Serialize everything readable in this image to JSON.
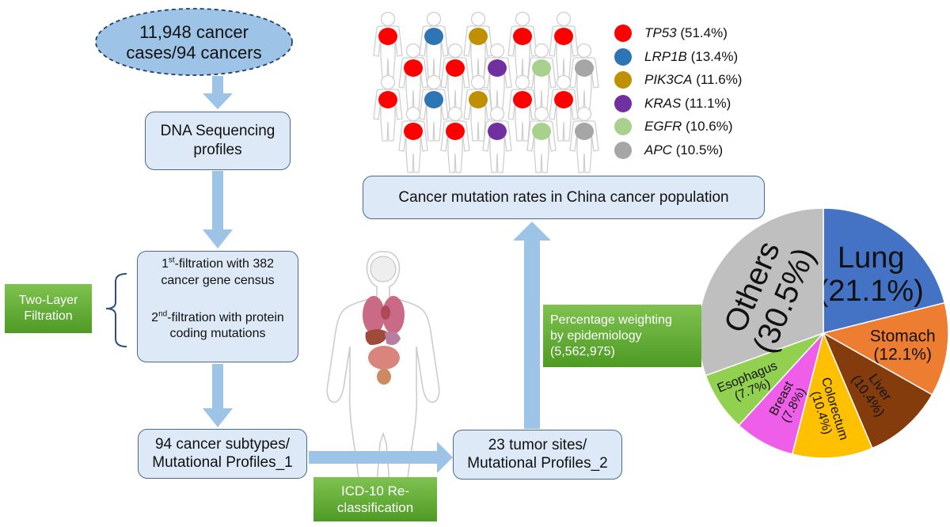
{
  "flow": {
    "start_line1": "11,948 cancer",
    "start_line2": "cases/94 cancers",
    "dna_line1": "DNA Sequencing",
    "dna_line2": "profiles",
    "filter1_sup": "st",
    "filter1_rest": "-filtration with 382",
    "filter1_line2": "cancer gene census",
    "filter2_sup": "nd",
    "filter2_rest": "-filtration with protein",
    "filter2_line2": "coding mutations",
    "two_layer_line1": "Two-Layer",
    "two_layer_line2": "Filtration",
    "subtypes_line1": "94 cancer subtypes/",
    "subtypes_line2": "Mutational Profiles_1",
    "icd_line1": "ICD-10 Re-",
    "icd_line2": "classification",
    "sites_line1": "23 tumor sites/",
    "sites_line2": "Mutational Profiles_2",
    "weight_line1": "Percentage weighting",
    "weight_line2": "by epidemiology",
    "weight_line3": "(5,562,975)",
    "rates_title": "Cancer mutation rates in China cancer population"
  },
  "legend": [
    {
      "gene": "TP53",
      "pct": "(51.4%)",
      "color": "#ff0000"
    },
    {
      "gene": "LRP1B",
      "pct": "(13.4%)",
      "color": "#2e75b6"
    },
    {
      "gene": "PIK3CA",
      "pct": "(11.6%)",
      "color": "#bf9000"
    },
    {
      "gene": "KRAS",
      "pct": "(11.1%)",
      "color": "#7030a0"
    },
    {
      "gene": "EGFR",
      "pct": "(10.6%)",
      "color": "#a9d18e"
    },
    {
      "gene": "APC",
      "pct": "(10.5%)",
      "color": "#a6a6a6"
    }
  ],
  "people_dots": [
    [
      "#ff0000",
      "#2e75b6",
      "#bf9000",
      "#ff0000",
      "#ff0000"
    ],
    [
      "#ff0000",
      "#ff0000",
      "#7030a0",
      "#a9d18e",
      "#a6a6a6"
    ],
    [
      "#ff0000",
      "#2e75b6",
      "#bf9000",
      "#ff0000",
      "#ff0000"
    ],
    [
      "#ff0000",
      "#ff0000",
      "#7030a0",
      "#a9d18e",
      "#a6a6a6"
    ]
  ],
  "chart_data": {
    "type": "pie",
    "start_angle_deg": 0,
    "slices": [
      {
        "name": "Lung",
        "pct": "(21.1%)",
        "value": 21.1,
        "color": "#4472c4"
      },
      {
        "name": "Stomach",
        "pct": "(12.1%)",
        "value": 12.1,
        "color": "#ed7d31"
      },
      {
        "name": "Liver",
        "pct": "(10.4%)",
        "value": 10.4,
        "color": "#843c0c"
      },
      {
        "name": "Colorectum",
        "pct": "(10.4%)",
        "value": 10.4,
        "color": "#ffc000"
      },
      {
        "name": "Breast",
        "pct": "(7.8%)",
        "value": 7.8,
        "color": "#ee5ee8"
      },
      {
        "name": "Esophagus",
        "pct": "(7.7%)",
        "value": 7.7,
        "color": "#92d050"
      },
      {
        "name": "Others",
        "pct": "(30.5%)",
        "value": 30.5,
        "color": "#bfbfbf"
      }
    ]
  }
}
